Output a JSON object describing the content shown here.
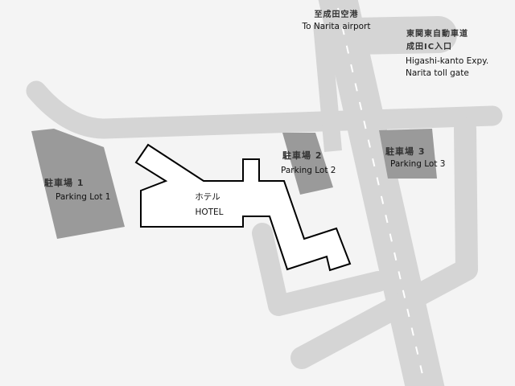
{
  "airport": {
    "jp": "至成田空港",
    "en": "To Narita airport"
  },
  "expressway": {
    "jp1": "東関東自動車道",
    "jp2": "成田IC入口",
    "en1": "Higashi-kanto Expy.",
    "en2": "Narita toll gate"
  },
  "parking": [
    {
      "jp": "駐車場 1",
      "en": "Parking Lot 1"
    },
    {
      "jp": "駐車場 2",
      "en": "Parking Lot 2"
    },
    {
      "jp": "駐車場 3",
      "en": "Parking Lot 3"
    }
  ],
  "hotel": {
    "jp": "ホテル",
    "en": "HOTEL"
  },
  "colors": {
    "background": "#f4f4f4",
    "road": "#d5d5d5",
    "parking": "#9a9a9a",
    "building": "#ffffff"
  }
}
